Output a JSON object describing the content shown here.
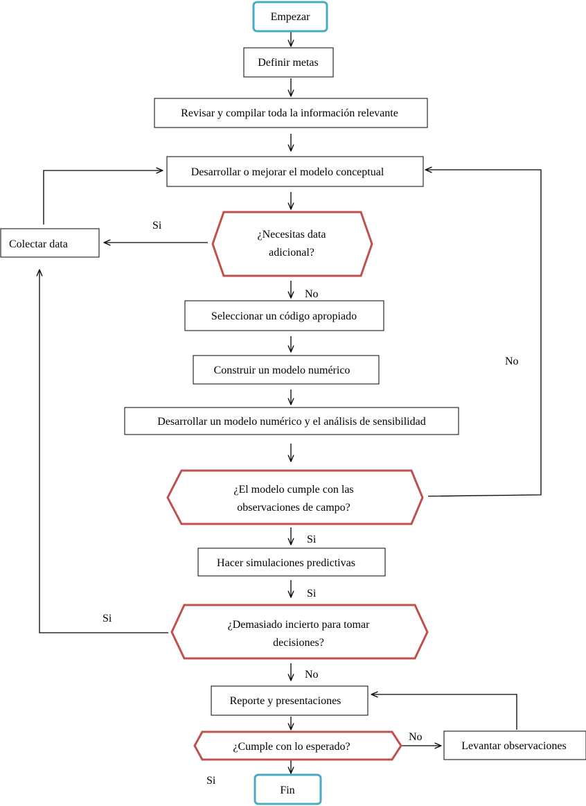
{
  "nodes": {
    "start": "Empezar",
    "define_goals": "Definir metas",
    "review_compile": "Revisar y compilar toda la información relevante",
    "develop_model": "Desarrollar o mejorar el modelo conceptual",
    "need_data": [
      "¿Necesitas data",
      "adicional?"
    ],
    "collect_data": "Colectar data",
    "select_code": "Seleccionar un código apropiado",
    "build_model": "Construir un modelo numérico",
    "sensitivity": "Desarrollar un modelo numérico y el análisis de sensibilidad",
    "model_matches": [
      "¿El modelo cumple con las",
      "observaciones de campo?"
    ],
    "predictive": "Hacer simulaciones predictivas",
    "too_uncertain": [
      "¿Demasiado incierto para tomar",
      "decisiones?"
    ],
    "report": "Reporte y presentaciones",
    "meets_expected": "¿Cumple con lo esperado?",
    "raise_obs": "Levantar observaciones",
    "end": "Fin"
  },
  "labels": {
    "need_data_yes": "Si",
    "need_data_no": "No",
    "model_matches_no": "No",
    "model_matches_yes": "Si",
    "predictive_yes": "Si",
    "uncertain_yes": "Si",
    "uncertain_no": "No",
    "expected_no": "No",
    "expected_yes": "Si"
  },
  "colors": {
    "terminal_border": "#4aaac4",
    "decision_border": "#c0504d",
    "process_border": "#000000",
    "line": "#000000"
  }
}
